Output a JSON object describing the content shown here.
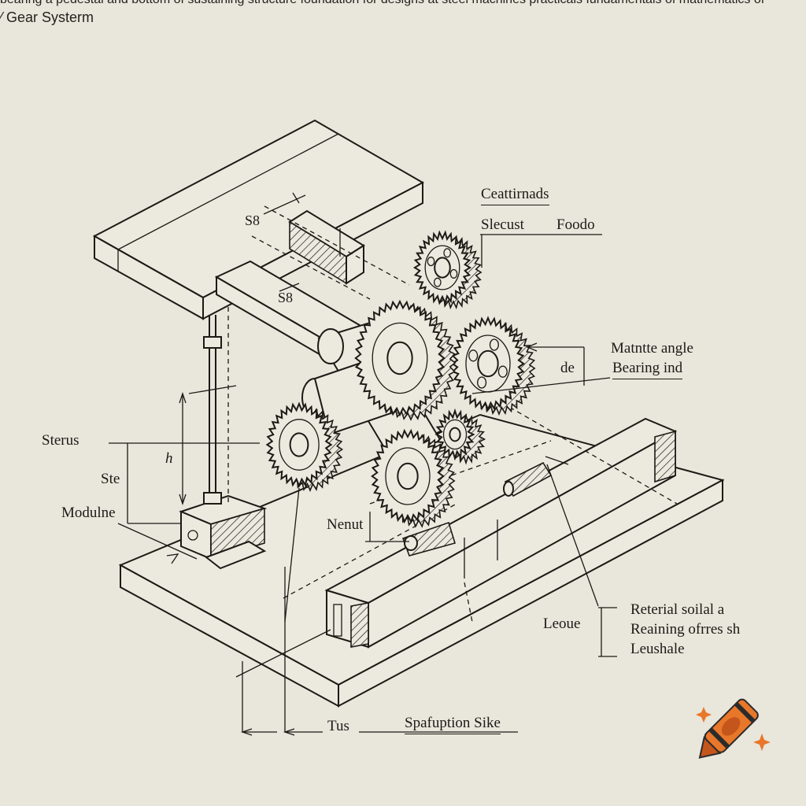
{
  "header": {
    "caption": "bearing a pedestal and bottom of sustaining structure foundation for designs at steel machines practicals fundamentals of mathematics of",
    "title": "Gear Systerm"
  },
  "labels": {
    "ceattirnads": "Ceattirnads",
    "slecust": "Slecust",
    "foodo": "Foodo",
    "s8_top": "S8",
    "s8_mid": "S8",
    "matntte_angle": "Matntte angle",
    "de": "de",
    "bearing_ind": "Bearing ind",
    "sterus": "Sterus",
    "h_mark": "h",
    "ste": "Ste",
    "modulne": "Modulne",
    "nenut": "Nenut",
    "leoue": "Leoue",
    "reterial": "Reterial soilal a",
    "reaining": "Reaining ofrres sh",
    "leushale": "Leushale",
    "tus": "Tus",
    "spafuption": "Spafuption Sike"
  },
  "logo": {
    "name": "crayon-logo",
    "colors": {
      "body": "#e8772a",
      "tip": "#c4561c",
      "band": "#2b2b2b",
      "sparkle": "#e8772a"
    }
  },
  "colors": {
    "paper": "#e9e6dc",
    "ink": "#1d1a16"
  }
}
